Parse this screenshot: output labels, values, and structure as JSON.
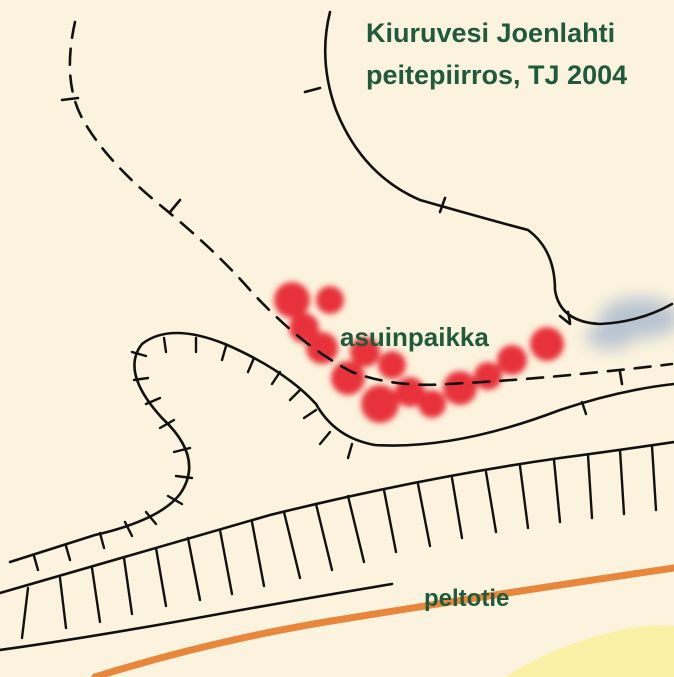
{
  "map": {
    "title_line1": "Kiuruvesi Joenlahti",
    "title_line2": "peitepiirros, TJ 2004",
    "site_label": "asuinpaikka",
    "road_label": "peltotie",
    "colors": {
      "background": "#fbf3dd",
      "text": "#1f5a3c",
      "line": "#111111",
      "site_marks": "#e8323a",
      "road": "#e8873c",
      "field": "#fbf1a6",
      "water": "#b9c4d2"
    },
    "features": [
      "dashed-path",
      "slope-edge-lines",
      "hachured-embankment",
      "settlement-site-marks",
      "orange-road",
      "yellow-field",
      "water-patch"
    ]
  }
}
